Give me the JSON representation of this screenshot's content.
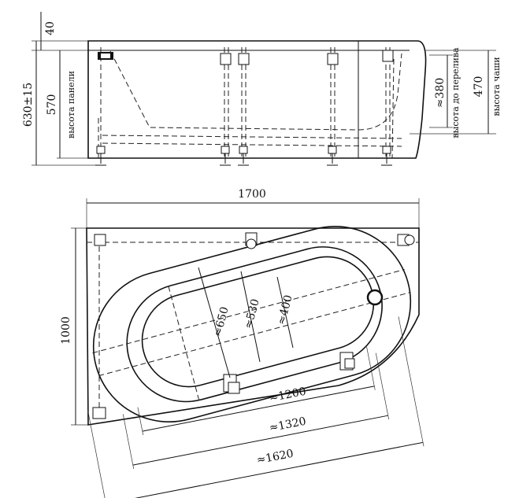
{
  "side_view": {
    "rim_height": "40",
    "total_height": "630±15",
    "panel_height": "570",
    "panel_height_label": "высота панели",
    "overflow_height": "≈380",
    "overflow_height_label": "высота до перелива",
    "bowl_height": "470",
    "bowl_height_label": "высота чаши"
  },
  "top_view": {
    "length": "1700",
    "width": "1000",
    "inner_width_650": "≈650",
    "inner_width_530": "≈530",
    "inner_width_400": "≈400",
    "inner_length_1200": "≈1200",
    "inner_length_1320": "≈1320",
    "outer_length_1620": "≈1620"
  },
  "colors": {
    "line": "#111111",
    "background": "#ffffff"
  }
}
